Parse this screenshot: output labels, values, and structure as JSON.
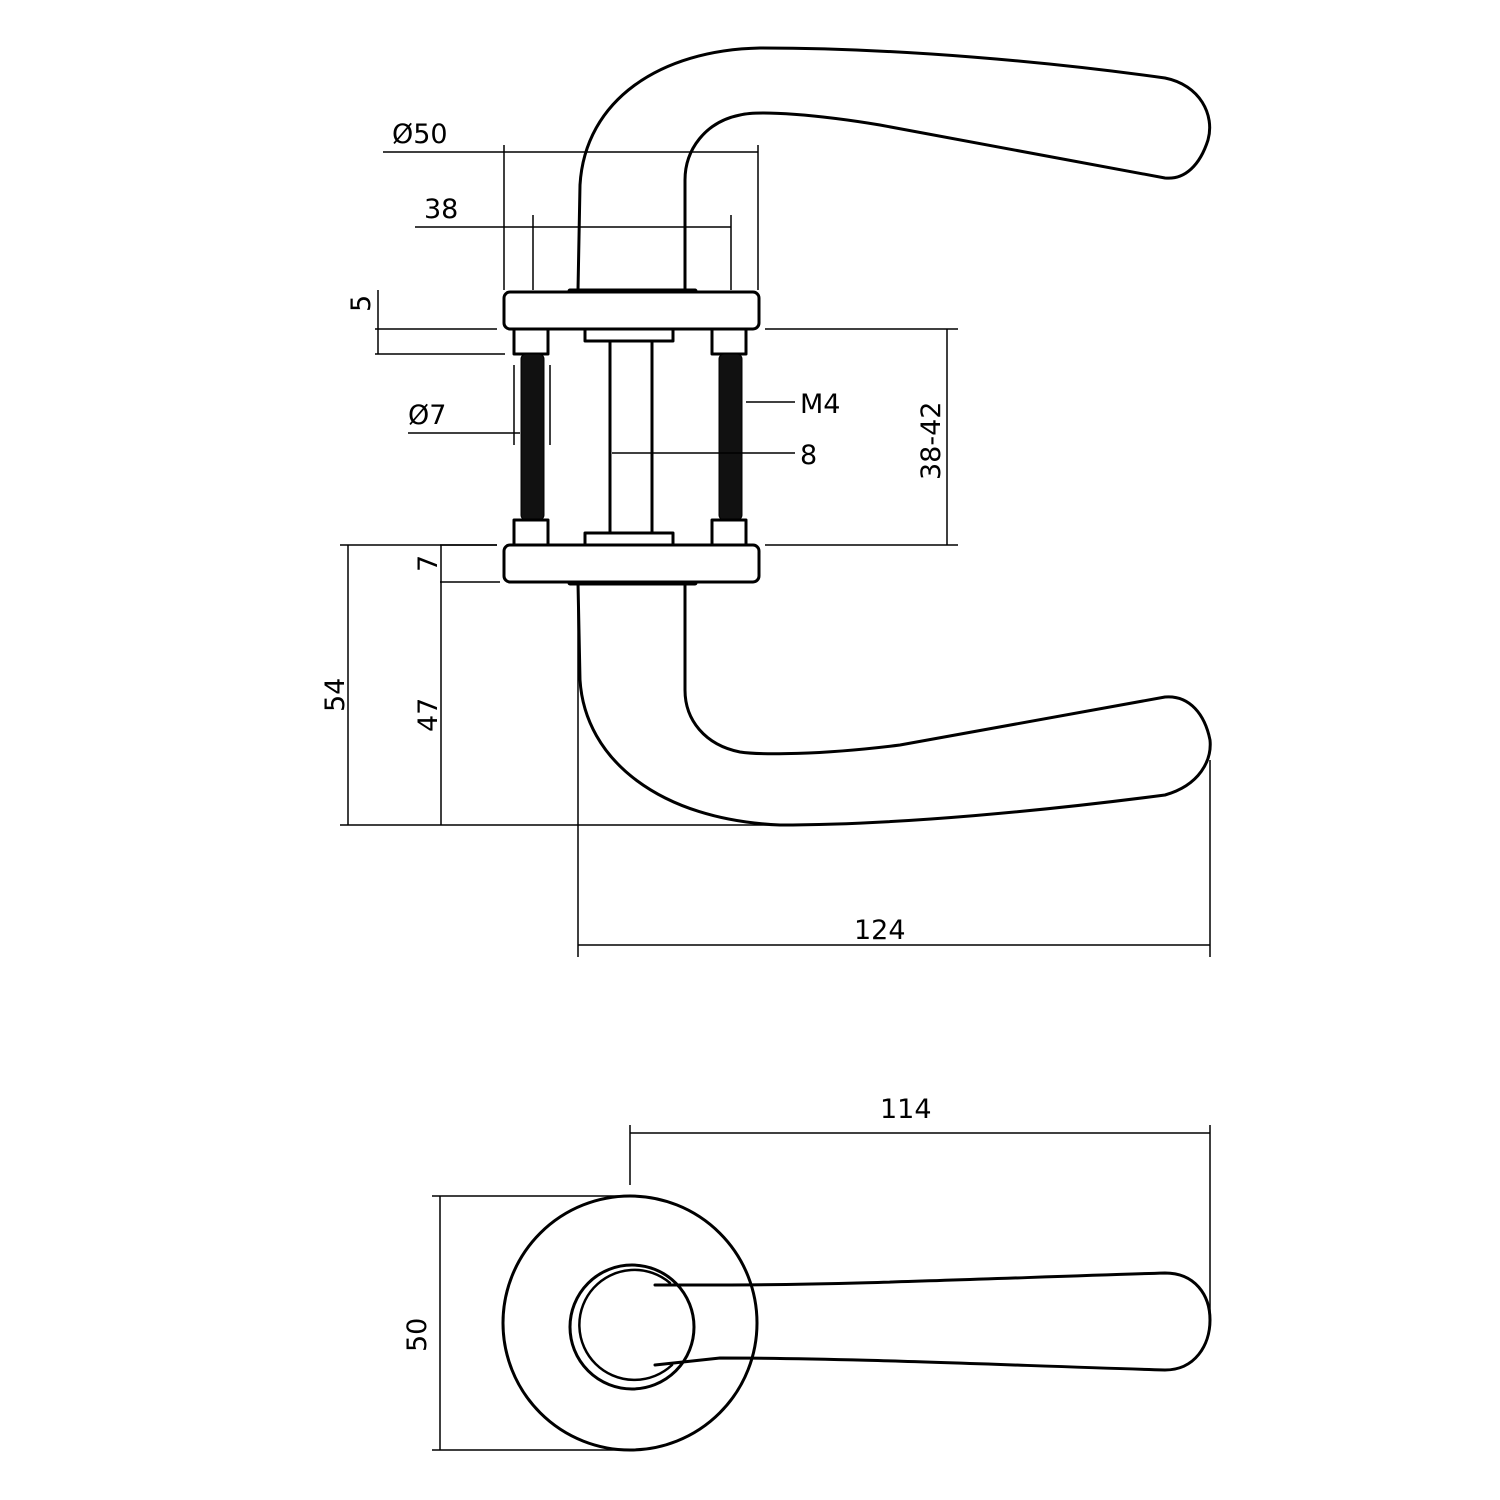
{
  "dimensions": {
    "rosette_diameter": "Ø50",
    "screw_spacing": "38",
    "rosette_cap_height": "5",
    "boss_diameter": "Ø7",
    "screw_thread": "M4",
    "spindle": "8",
    "door_thickness": "38-42",
    "rosette_height": "7",
    "total_projection": "54",
    "lever_projection": "47",
    "lever_length_side": "124",
    "lever_length_top": "114",
    "rosette_diameter_top": "50"
  },
  "colors": {
    "line": "#000000",
    "background": "#ffffff"
  }
}
